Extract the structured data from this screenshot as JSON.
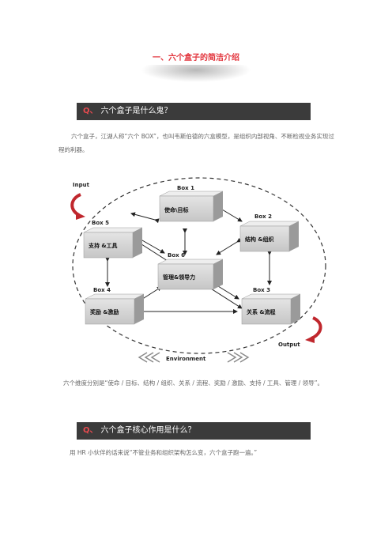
{
  "title": "一、六个盒子的简洁介绍",
  "section1": {
    "q_mark": "Q、",
    "question": "六个盒子是什么鬼？",
    "paragraph": "六个盒子，江湖人称“六个 BOX”，也叫韦斯伯德的六盒模型，是组织内部视角、不断检视业务实现过程的利器。"
  },
  "diagram": {
    "input_label": "Input",
    "output_label": "Output",
    "environment_label": "Environment",
    "boxes": [
      {
        "tag": "Box 1",
        "text": "使命\\目标"
      },
      {
        "tag": "Box 2",
        "text": "结构 &组织"
      },
      {
        "tag": "Box 3",
        "text": "关系 &流程"
      },
      {
        "tag": "Box 4",
        "text": "奖励 &激励"
      },
      {
        "tag": "Box 5",
        "text": "支持 &工具"
      },
      {
        "tag": "Box 6",
        "text": "管理&领导力"
      }
    ]
  },
  "dimensions_text": "六个维度分别是“使命 / 目标、结构 / 组织、关系 / 流程、奖励 / 激励、支持 / 工具、管理 / 领导”。",
  "section2": {
    "q_mark": "Q、",
    "question": "六个盒子核心作用是什么？",
    "paragraph": "用 HR 小伙伴的话来说“不管业务和组织架构怎么变，六个盒子跑一遍。”"
  },
  "colors": {
    "title": "#e2343c",
    "q_bar_bg": "#3b3b3b",
    "q_mark": "#e84a4f",
    "arrow_red": "#c0272d"
  }
}
